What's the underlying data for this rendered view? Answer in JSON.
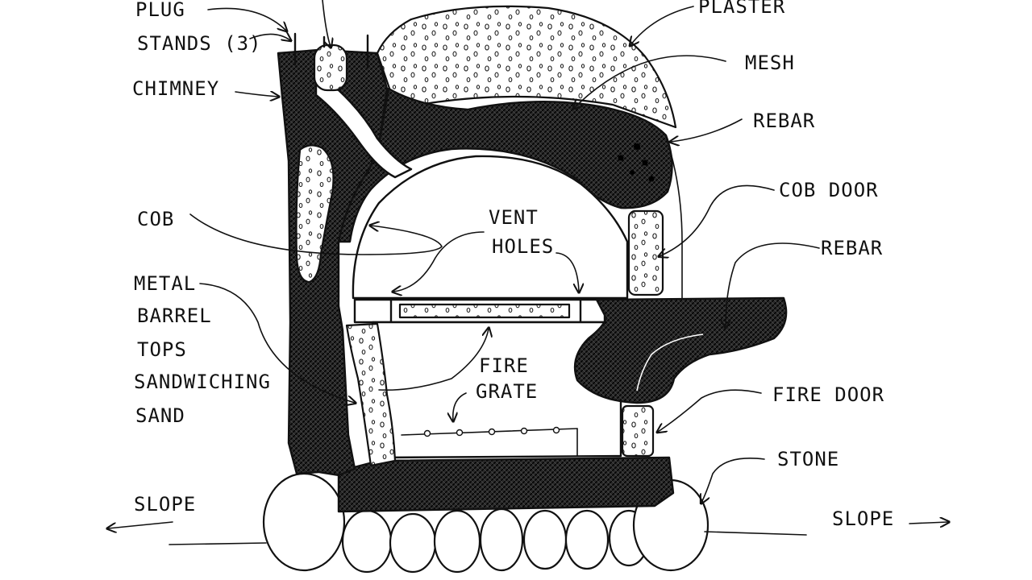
{
  "labels": {
    "plug": "PLUG",
    "stands": "STANDS (3)",
    "chimney": "CHIMNEY",
    "plaster": "PLASTER",
    "mesh": "MESH",
    "rebar_top": "REBAR",
    "cob_door": "COB DOOR",
    "rebar_shelf": "REBAR",
    "cob": "COB",
    "vent_holes_line1": "VENT",
    "vent_holes_line2": "HOLES",
    "metal_line1": "METAL",
    "metal_line2": "BARREL",
    "metal_line3": "TOPS",
    "metal_line4": "SANDWICHING",
    "metal_line5": "SAND",
    "fire_grate_line1": "FIRE",
    "fire_grate_line2": "GRATE",
    "fire_door": "FIRE DOOR",
    "stone": "STONE",
    "slope_left": "SLOPE",
    "slope_right": "SLOPE"
  }
}
